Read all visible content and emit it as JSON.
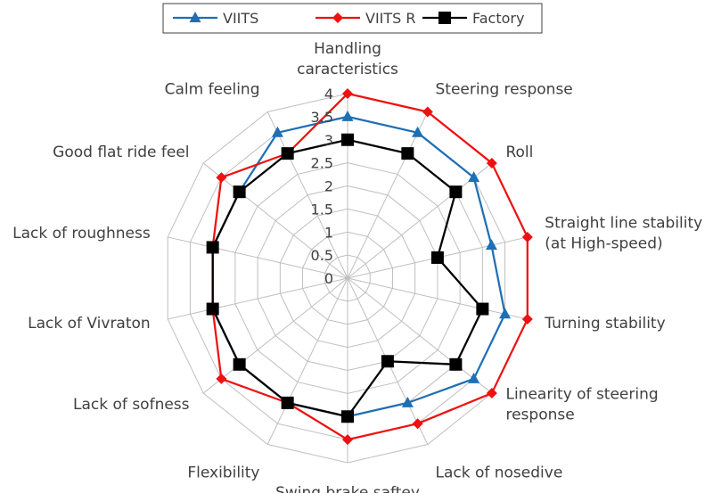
{
  "chart_data": {
    "type": "radar",
    "axes": [
      [
        "Handling",
        "caracteristics"
      ],
      [
        "Steering response"
      ],
      [
        "Roll"
      ],
      [
        "Straight line stability",
        "(at High-speed)"
      ],
      [
        "Turning stability"
      ],
      [
        "Linearity of steering",
        "response"
      ],
      [
        "Lack of nosedive"
      ],
      [
        "Swing brake saftey"
      ],
      [
        "Flexibility"
      ],
      [
        "Lack of sofness"
      ],
      [
        "Lack of Vivraton"
      ],
      [
        "Lack of roughness"
      ],
      [
        "Good flat ride feel"
      ],
      [
        "Calm feeling"
      ]
    ],
    "ticks": [
      "0",
      "0.5",
      "1",
      "1.5",
      "2",
      "2.5",
      "3",
      "3.5",
      "4"
    ],
    "range": [
      0,
      4
    ],
    "grid": true,
    "legend_position": "top",
    "series": [
      {
        "name": "VIITS",
        "color": "#1f6fb5",
        "marker": "triangle",
        "values": [
          3.5,
          3.5,
          3.5,
          3.2,
          3.5,
          3.5,
          3.0,
          3.0,
          3.0,
          3.0,
          3.0,
          3.0,
          3.0,
          3.5
        ]
      },
      {
        "name": "VIITS R",
        "color": "#ee1111",
        "marker": "diamond",
        "values": [
          4.0,
          4.0,
          4.0,
          4.0,
          4.0,
          4.0,
          3.5,
          3.5,
          3.0,
          3.5,
          3.0,
          3.0,
          3.5,
          3.0
        ]
      },
      {
        "name": "Factory",
        "color": "#000000",
        "marker": "square",
        "values": [
          3.0,
          3.0,
          3.0,
          2.0,
          3.0,
          3.0,
          2.0,
          3.0,
          3.0,
          3.0,
          3.0,
          3.0,
          3.0,
          3.0
        ]
      }
    ]
  }
}
